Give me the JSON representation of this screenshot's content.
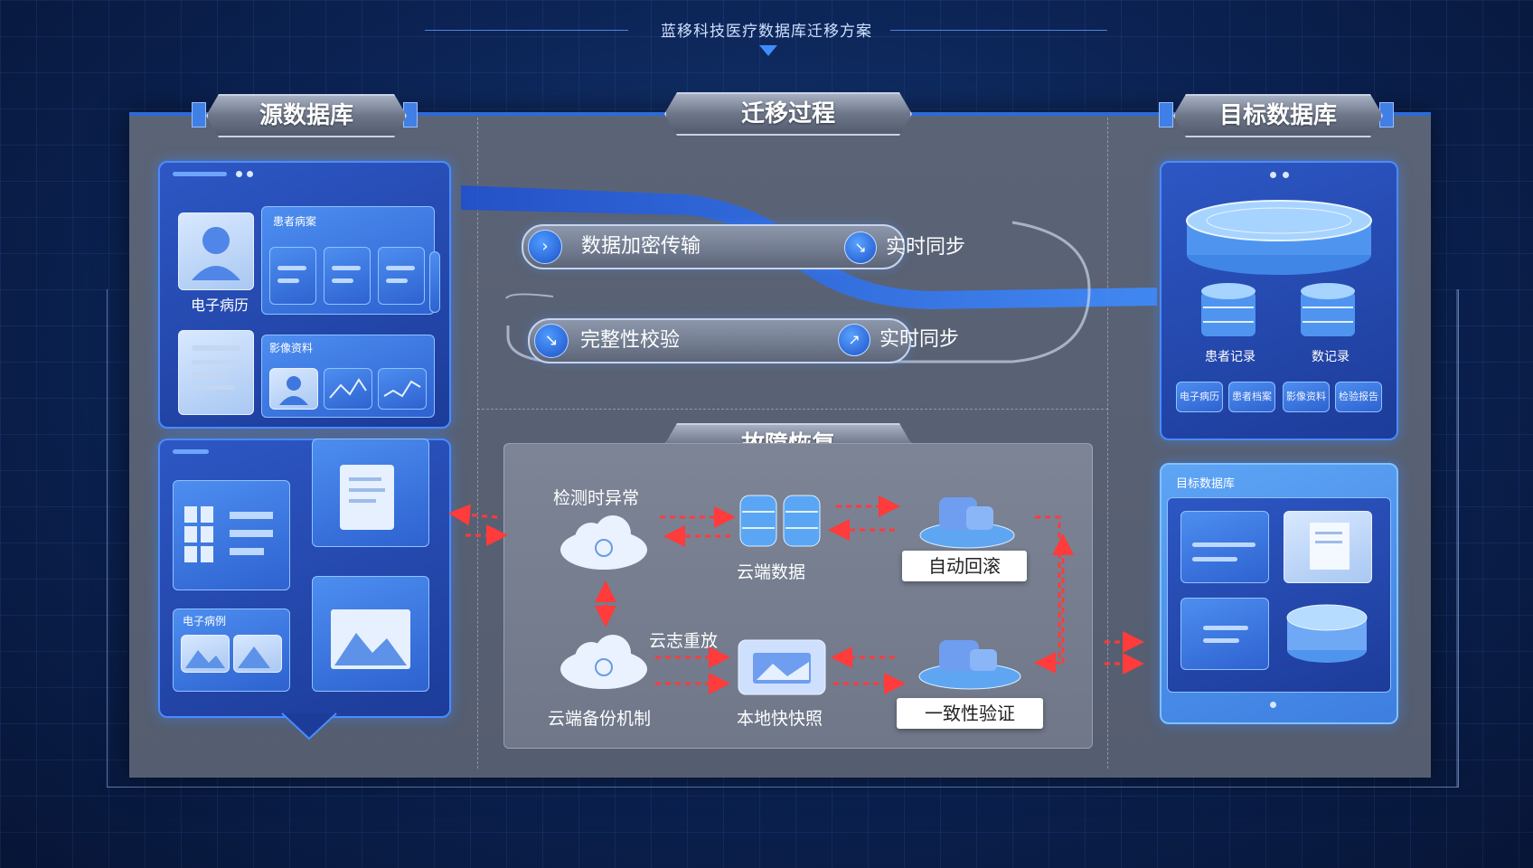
{
  "header": {
    "title": "蓝移科技医疗数据库迁移方案"
  },
  "sections": {
    "source": "源数据库",
    "migration": "迁移过程",
    "target": "目标数据库",
    "fault": "故障恢复"
  },
  "source_db": {
    "ehr_label": "电子病历",
    "patient_card_title": "患者病案",
    "imaging_title": "影像资料",
    "doc_card_title": "电子病例"
  },
  "migration": {
    "encrypt": "数据加密传输",
    "sync_top": "实时同步",
    "integrity": "完整性校验",
    "sync_bottom": "实时同步"
  },
  "target_db": {
    "patient_records": "患者记录",
    "records": "数记录",
    "buttons": [
      "电子病历",
      "患者档案",
      "影像资料",
      "检验报告"
    ],
    "lower_title": "目标数据库"
  },
  "fault": {
    "detect": "检测时异常",
    "cloud_backup_top": "云端数据",
    "auto_rollback": "自动回滚",
    "log_replay": "云志重放",
    "cloud_backup": "云端备份机制",
    "local_snapshot": "本地快快照",
    "consistency": "一致性验证"
  },
  "colors": {
    "accent": "#2c6bd8",
    "arrow": "#ff3b3b",
    "panel": "#5b6476"
  }
}
